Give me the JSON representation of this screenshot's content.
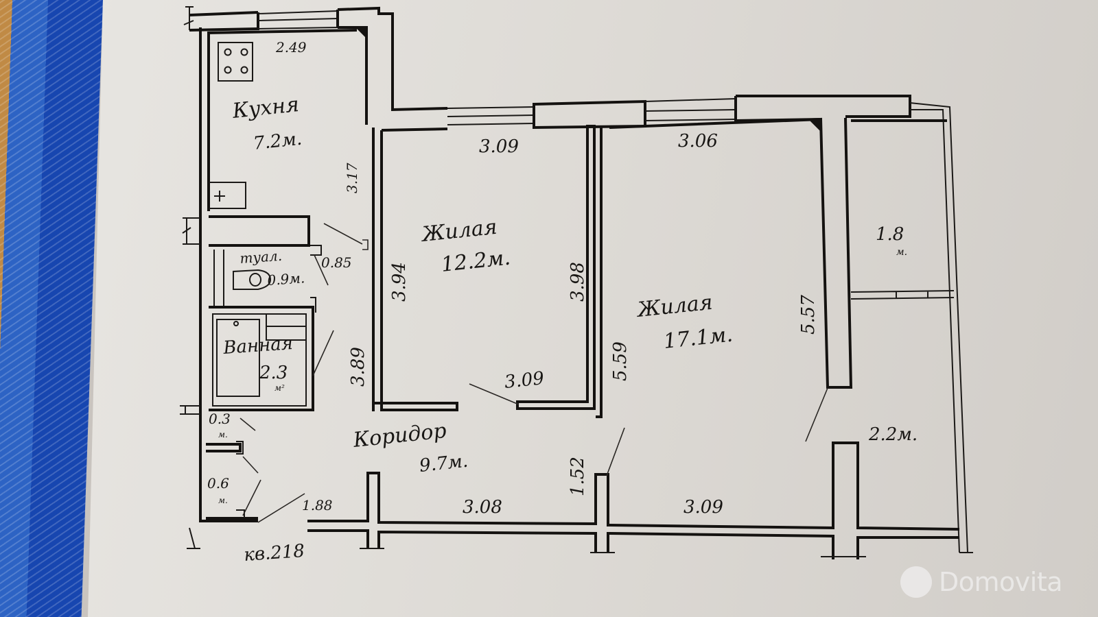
{
  "document": {
    "type": "apartment floor plan (handwritten)",
    "apartment_label": "кв.218"
  },
  "rooms": [
    {
      "id": "kitchen",
      "name": "Кухня",
      "area": "7.2м²",
      "area_label": "7.2м."
    },
    {
      "id": "bedroom_small",
      "name": "Жилая",
      "area": "12.2м²",
      "area_label": "12.2м."
    },
    {
      "id": "living_large",
      "name": "Жилая",
      "area": "17.1м²",
      "area_label": "17.1м."
    },
    {
      "id": "toilet",
      "name": "туал.",
      "area": "0.9м²",
      "area_label": "0.9м."
    },
    {
      "id": "bathroom",
      "name": "Ванная",
      "area": "2.3м²",
      "area_label": "2.3",
      "unit": "м²"
    },
    {
      "id": "corridor",
      "name": "Коридор",
      "area": "9.7м²",
      "area_label": "9.7м."
    },
    {
      "id": "closet_1",
      "name": "",
      "area": "0.3м²",
      "area_label": "0.3",
      "unit": "м."
    },
    {
      "id": "closet_2",
      "name": "",
      "area": "0.6м²",
      "area_label": "0.6",
      "unit": "м."
    },
    {
      "id": "balcony",
      "name": "",
      "area": "1.8м²",
      "area_label": "1.8",
      "unit": "м."
    },
    {
      "id": "loggia",
      "name": "",
      "area": "2.2м²",
      "area_label": "2.2м."
    }
  ],
  "dimensions": {
    "kitchen_width": "2.49",
    "kitchen_length": "3.17",
    "bedroom_top": "3.09",
    "bedroom_left": "3.94",
    "bedroom_right": "3.98",
    "bedroom_bottom": "3.09",
    "living_top": "3.06",
    "living_left": "5.59",
    "living_right": "5.57",
    "living_bottom": "3.09",
    "toilet_door": "0.85",
    "corridor_side": "3.89",
    "corridor_bottom": "3.08",
    "entry_width": "1.88",
    "corridor_right": "1.52"
  },
  "watermark": {
    "brand": "Domovita"
  },
  "colors": {
    "paper": "#e2dfdb",
    "ink": "#141210",
    "binder_blue": "#1746b0",
    "watermark": "#eeedec"
  }
}
